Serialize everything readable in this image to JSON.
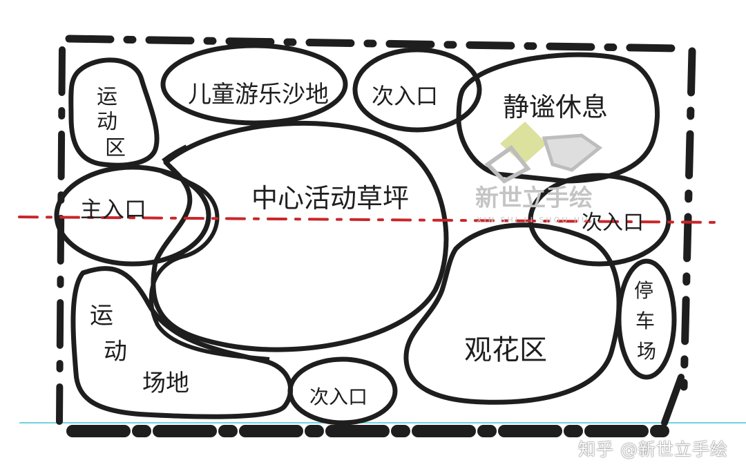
{
  "diagram": {
    "zones": {
      "sports_area_top": "运\n动\n区",
      "kids_sandpit": "儿童游乐沙地",
      "secondary_entrance_top": "次入口",
      "quiet_rest": "静谧休息",
      "main_entrance": "主入口",
      "central_lawn": "中心活动草坪",
      "secondary_entrance_right": "次入口",
      "parking": "停\n车\n场",
      "sports_field": "运\n动\n场地",
      "secondary_entrance_bottom": "次入口",
      "flower_viewing": "观花区"
    },
    "colors": {
      "ink": "#1e1e1e",
      "axis_line": "#c8262a",
      "horizon_line": "#3fc6d0",
      "watermark": "#c4c4c4"
    }
  },
  "watermark": {
    "brand": "新世立手绘",
    "pinyin": "XIN SHI LI SHOU HUI",
    "icon": "logo-icon"
  },
  "credit": "知乎 @新世立手绘"
}
